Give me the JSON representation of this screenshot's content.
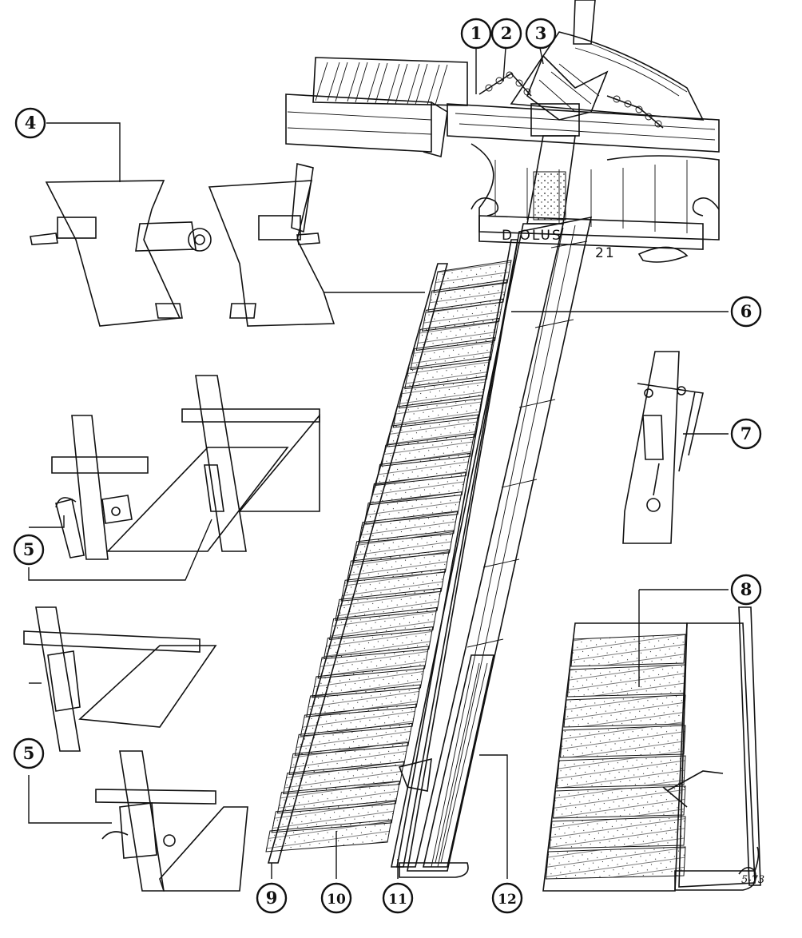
{
  "callouts": [
    {
      "id": "c1",
      "label": "1"
    },
    {
      "id": "c2",
      "label": "2"
    },
    {
      "id": "c3",
      "label": "3"
    },
    {
      "id": "c4",
      "label": "4"
    },
    {
      "id": "c5a",
      "label": "5"
    },
    {
      "id": "c5b",
      "label": "5"
    },
    {
      "id": "c6",
      "label": "6"
    },
    {
      "id": "c7",
      "label": "7"
    },
    {
      "id": "c8",
      "label": "8"
    },
    {
      "id": "c9",
      "label": "9"
    },
    {
      "id": "c10",
      "label": "10"
    },
    {
      "id": "c11",
      "label": "11"
    },
    {
      "id": "c12",
      "label": "12"
    }
  ],
  "hub_lettering": "D   OLUS",
  "hub_number": "21",
  "signature": "5-73",
  "colors": {
    "ink": "#111111",
    "paper": "#ffffff"
  }
}
